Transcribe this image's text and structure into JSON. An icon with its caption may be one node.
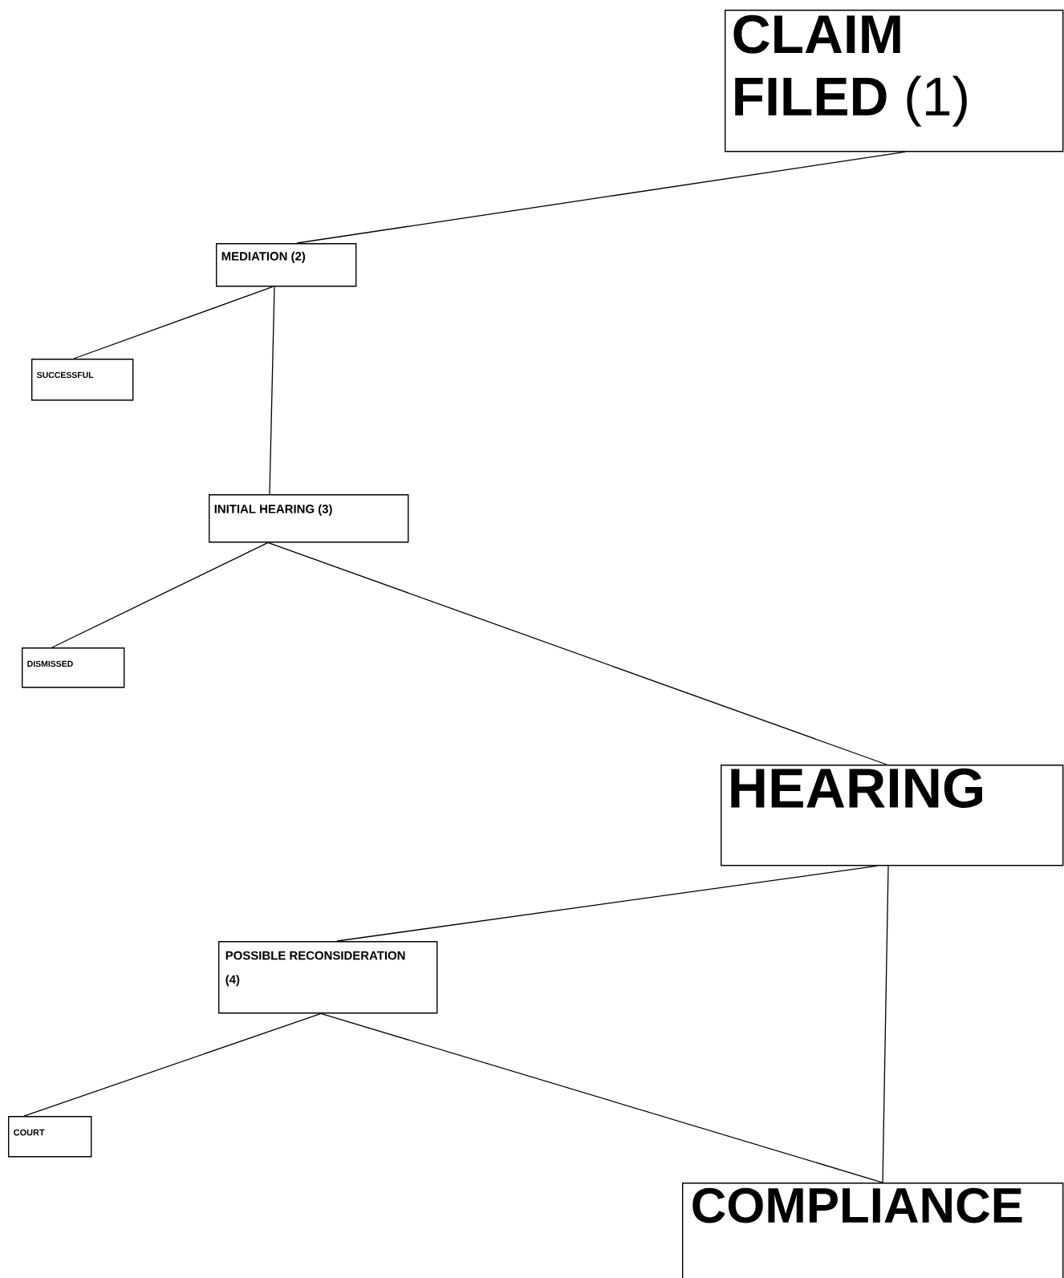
{
  "diagram": {
    "nodes": [
      {
        "text": [
          "**CLAIM FILED** (1)"
        ]
      },
      {
        "text": [
          "MEDIATION (2)"
        ]
      },
      {
        "text": [
          "SUCCESSFUL"
        ]
      },
      {
        "text": [
          "INITIAL HEARING (3)"
        ]
      },
      {
        "text": [
          "DISMISSED"
        ]
      },
      {
        "text": [
          "HEARING"
        ]
      },
      {
        "text": [
          "POSSIBLE RECONSIDERATION (4)"
        ]
      },
      {
        "text": [
          "COURT"
        ]
      },
      {
        "text": [
          "COMPLIANCE"
        ]
      }
    ],
    "edges": [
      {
        "from": 0,
        "to": 1,
        "arrow": "none"
      },
      {
        "from": 1,
        "to": 2,
        "arrow": "none"
      },
      {
        "from": 1,
        "to": 3,
        "arrow": "none"
      },
      {
        "from": 3,
        "to": 4,
        "arrow": "none"
      },
      {
        "from": 3,
        "to": 5,
        "arrow": "none"
      },
      {
        "from": 5,
        "to": 6,
        "arrow": "none"
      },
      {
        "from": 5,
        "to": 8,
        "arrow": "none"
      },
      {
        "from": 6,
        "to": 7,
        "arrow": "none"
      },
      {
        "from": 6,
        "to": 8,
        "arrow": "none"
      }
    ]
  }
}
